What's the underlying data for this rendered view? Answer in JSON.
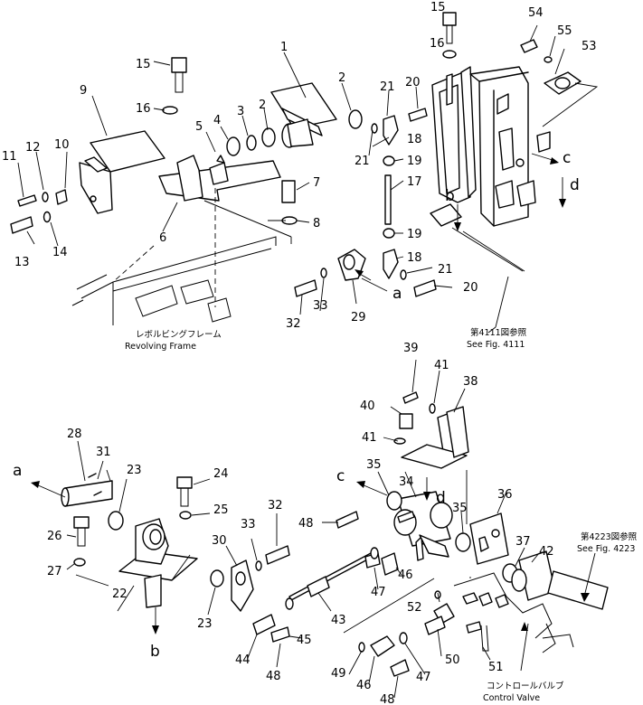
{
  "part_numbers": [
    "1",
    "2",
    "2",
    "3",
    "4",
    "5",
    "6",
    "7",
    "8",
    "9",
    "10",
    "11",
    "12",
    "13",
    "14",
    "15",
    "15",
    "16",
    "16",
    "17",
    "18",
    "18",
    "19",
    "19",
    "20",
    "20",
    "21",
    "21",
    "21",
    "22",
    "23",
    "23",
    "24",
    "25",
    "26",
    "27",
    "28",
    "29",
    "30",
    "31",
    "32",
    "32",
    "33",
    "33",
    "34",
    "35",
    "35",
    "36",
    "37",
    "38",
    "39",
    "40",
    "41",
    "41",
    "42",
    "43",
    "44",
    "45",
    "46",
    "46",
    "47",
    "47",
    "48",
    "48",
    "48",
    "49",
    "50",
    "51",
    "52",
    "53",
    "54",
    "55"
  ],
  "direction_letters": [
    "a",
    "a",
    "b",
    "b",
    "c",
    "c",
    "d",
    "d"
  ],
  "notes": {
    "revolving_frame_jp": "レボルビングフレーム",
    "revolving_frame_en": "Revolving Frame",
    "fig4111_jp": "第4111図参照",
    "fig4111_en": "See Fig. 4111",
    "fig4223_jp": "第4223図参照",
    "fig4223_en": "See Fig. 4223",
    "control_valve_jp": "コントロールバルブ",
    "control_valve_en": "Control Valve"
  }
}
